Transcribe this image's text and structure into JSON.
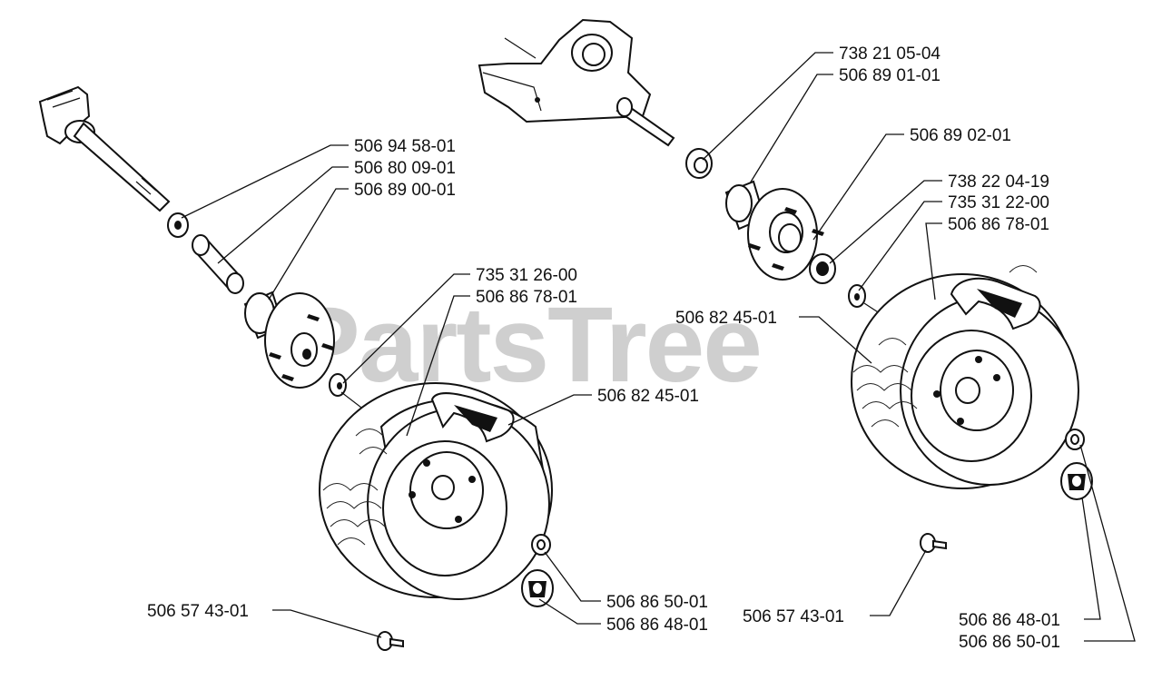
{
  "watermark": "PartsTree",
  "labels": {
    "l_5069458": "506 94 58-01",
    "l_5068009": "506 80 09-01",
    "l_5068900": "506 89 00-01",
    "l_7353126": "735 31 26-00",
    "l_5068678_left": "506 86 78-01",
    "l_5068245_left": "506 82 45-01",
    "l_5068650_left": "506 86 50-01",
    "l_5068648_left": "506 86 48-01",
    "l_5065743_left": "506 57 43-01",
    "l_7382105": "738 21 05-04",
    "l_5068901": "506 89 01-01",
    "l_5068902": "506 89 02-01",
    "l_7382204": "738 22 04-19",
    "l_7353122": "735 31 22-00",
    "l_5068678_right": "506 86 78-01",
    "l_5068245_right": "506 82 45-01",
    "l_5065743_right": "506 57 43-01",
    "l_5068648_right": "506 86 48-01",
    "l_5068650_right": "506 86 50-01"
  }
}
